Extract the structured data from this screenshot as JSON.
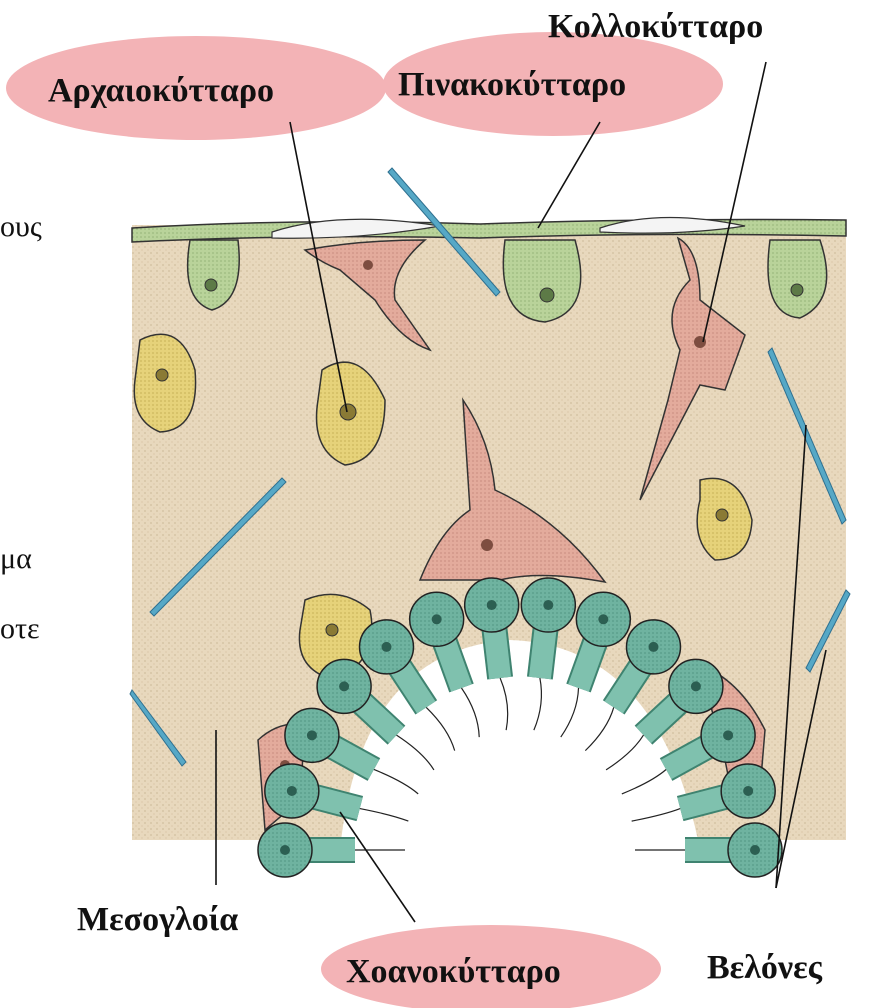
{
  "labels": {
    "archaeocyte": "Αρχαιοκύτταρο",
    "pinacocyte": "Πινακοκύτταρο",
    "collencyte": "Κολλοκύτταρο",
    "mesoglea": "Μεσογλοία",
    "choanocyte": "Χοανοκύτταρο",
    "spicules": "Βελόνες"
  },
  "clipped_text": {
    "line1": "ους",
    "line2": "μα",
    "line3": "οτε"
  },
  "colors": {
    "background": "#ffffff",
    "mesoglea": "#e8d8bd",
    "pinacocyte": "#b9d39a",
    "collencyte": "#e3ab9c",
    "archaeocyte": "#e6d27a",
    "choanocyte": "#6fb3a0",
    "spicule": "#56a8c6",
    "label_highlight": "#f3b3b6"
  }
}
